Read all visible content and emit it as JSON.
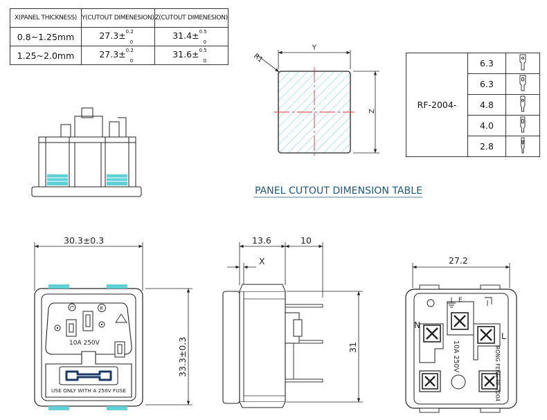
{
  "cutout_table": {
    "headers": [
      "X(PANEL THICKNESS)",
      "Y(CUTOUT DIMENESION)",
      "Z(CUTOUT DIMENESION)"
    ],
    "rows": [
      {
        "x": "0.8~1.25mm",
        "y": "27.3",
        "y_tol_upper": "0.2",
        "y_tol_lower": "0",
        "z": "31.4",
        "z_tol_upper": "0.5",
        "z_tol_lower": "0"
      },
      {
        "x": "1.25~2.0mm",
        "y": "27.3",
        "y_tol_upper": "0.2",
        "y_tol_lower": "0",
        "z": "31.6",
        "z_tol_upper": "0.5",
        "z_tol_lower": "0"
      }
    ]
  },
  "terminal_table": {
    "model_code": "RF-2004-",
    "sizes": [
      "6.3",
      "6.3",
      "4.8",
      "4.0",
      "2.8"
    ]
  },
  "cutout_view": {
    "title": "PANEL CUTOUT DIMENSION TABLE",
    "label_y": "Y",
    "label_z": "Z",
    "label_r": "R1"
  },
  "front_view": {
    "width_dim": "30.3±0.3",
    "height_dim": "33.3±0.3",
    "rating": "10A  250V",
    "fuse_text": "USE ONLY WITH A 250V FUSE"
  },
  "side_view": {
    "dim_136": "13.6",
    "dim_10": "10",
    "dim_x": "X",
    "dim_31": "31"
  },
  "back_view": {
    "width_dim": "27.2",
    "label_n": "N",
    "label_l": "L",
    "rating_back": "10A  250V",
    "brand_text": "RONG FENG  RF-2004"
  },
  "colors": {
    "line": "#222222",
    "hatch": "#7fd8e0",
    "centerline": "#e0303c",
    "terminal_cyan": "#5fd0d8",
    "title_blue": "#1a5a8a"
  }
}
